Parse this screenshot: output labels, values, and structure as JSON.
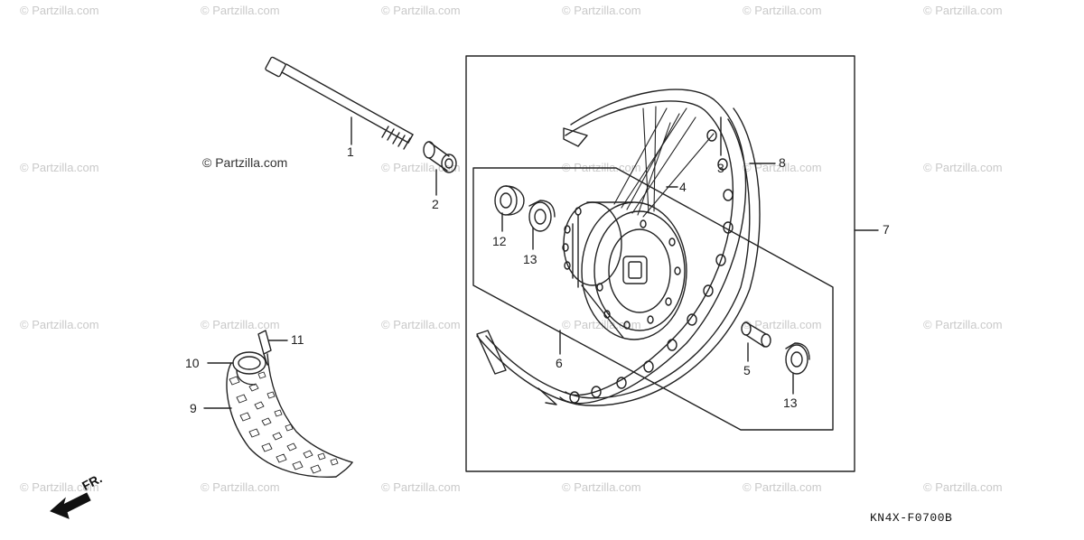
{
  "watermark_text": "© Partzilla.com",
  "inline_watermark": "© Partzilla.com",
  "figure_code": "KN4X-F0700B",
  "direction_label": "FR.",
  "callouts": [
    "1",
    "2",
    "3",
    "4",
    "5",
    "6",
    "7",
    "8",
    "9",
    "10",
    "11",
    "12",
    "13",
    "13"
  ]
}
